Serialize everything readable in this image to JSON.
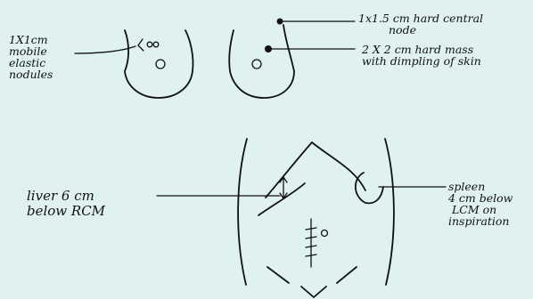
{
  "breast_diagram": {
    "left_label": [
      "1X1cm",
      "mobile",
      "elastic",
      "nodules"
    ],
    "right_top_label": [
      "1x1.5 cm hard central",
      "node"
    ],
    "right_bottom_label": [
      "2 X 2 cm hard mass",
      "with dimpling of skin"
    ]
  },
  "abdomen_diagram": {
    "liver_label": [
      "liver 6 cm",
      "below RCM"
    ],
    "spleen_label": [
      "spleen",
      "4 cm below",
      "LCM on",
      "inspiration"
    ]
  },
  "colors": {
    "background": "#dff1f1",
    "ink": "#111111"
  }
}
